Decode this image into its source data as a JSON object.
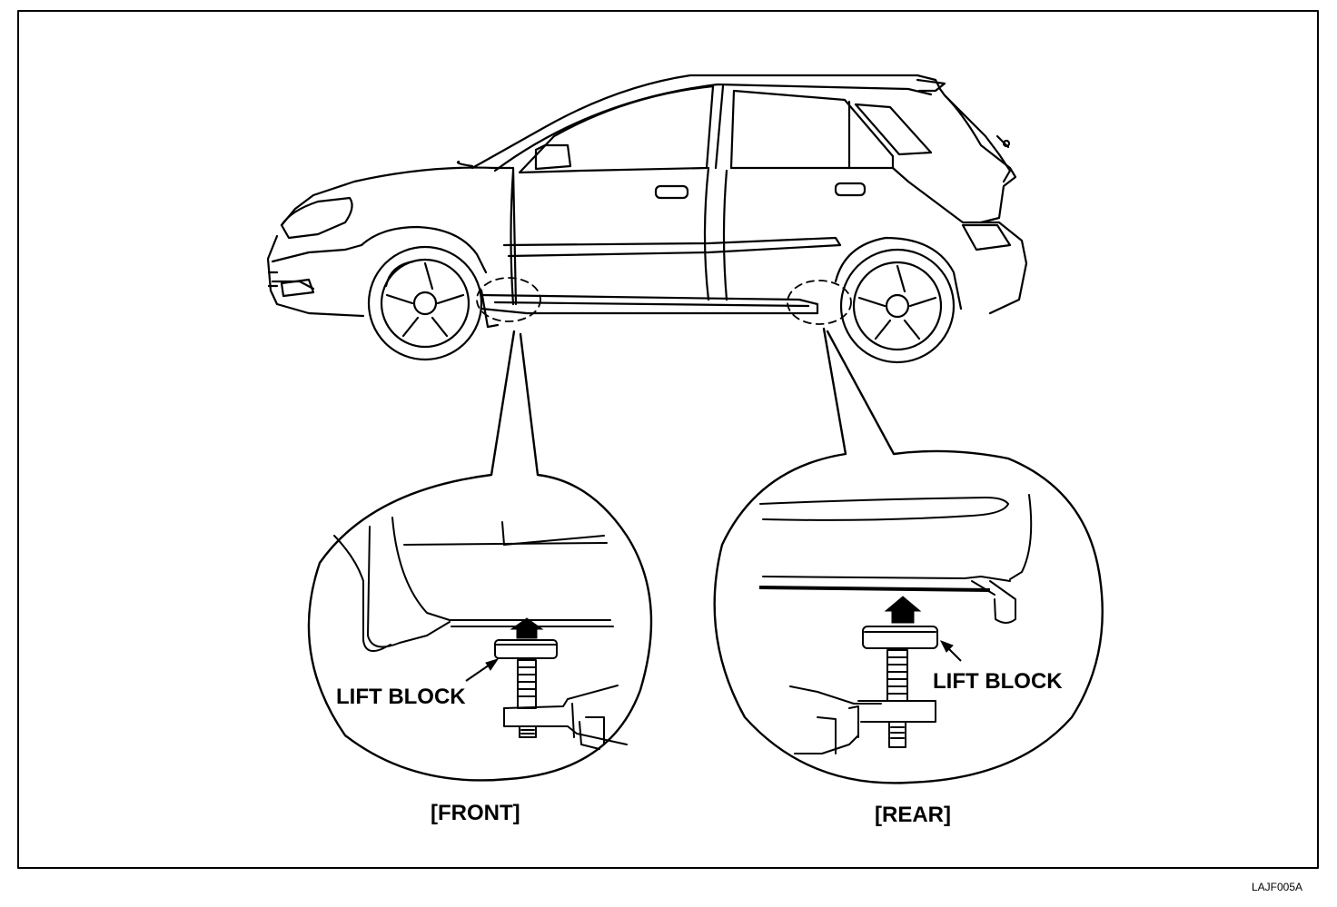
{
  "callouts": {
    "front": {
      "caption": "[FRONT]",
      "part_label": "LIFT BLOCK"
    },
    "rear": {
      "caption": "[REAR]",
      "part_label": "LIFT BLOCK"
    }
  },
  "figure_code": "LAJF005A",
  "colors": {
    "ink": "#000000",
    "paper": "#ffffff"
  }
}
